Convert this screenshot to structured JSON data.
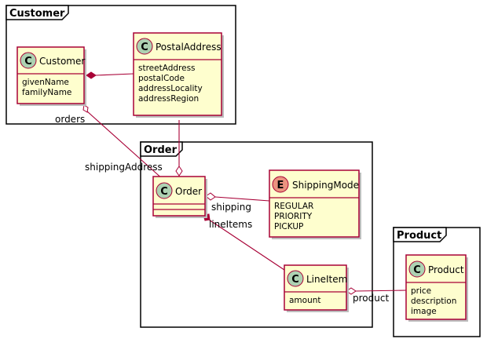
{
  "packages": {
    "customer": {
      "label": "Customer"
    },
    "order": {
      "label": "Order"
    },
    "product": {
      "label": "Product"
    }
  },
  "classes": {
    "customer": {
      "stereotype": "C",
      "name": "Customer",
      "attributes": [
        "givenName",
        "familyName"
      ]
    },
    "postal_address": {
      "stereotype": "C",
      "name": "PostalAddress",
      "attributes": [
        "streetAddress",
        "postalCode",
        "addressLocality",
        "addressRegion"
      ]
    },
    "order": {
      "stereotype": "C",
      "name": "Order",
      "attributes": []
    },
    "shipping_mode": {
      "stereotype": "E",
      "name": "ShippingMode",
      "attributes": [
        "REGULAR",
        "PRIORITY",
        "PICKUP"
      ]
    },
    "line_item": {
      "stereotype": "C",
      "name": "LineItem",
      "attributes": [
        "amount"
      ]
    },
    "product": {
      "stereotype": "C",
      "name": "Product",
      "attributes": [
        "price",
        "description",
        "image"
      ]
    }
  },
  "roles": {
    "orders": "orders",
    "shipping_address": "shippingAddress",
    "shipping": "shipping",
    "line_items": "lineItems",
    "product": "product"
  },
  "colors": {
    "class_fill": "#FEFECE",
    "class_border": "#A80036",
    "class_stereotype": "#ADD1B2",
    "enum_stereotype": "#EB937F",
    "edge": "#A80036"
  }
}
